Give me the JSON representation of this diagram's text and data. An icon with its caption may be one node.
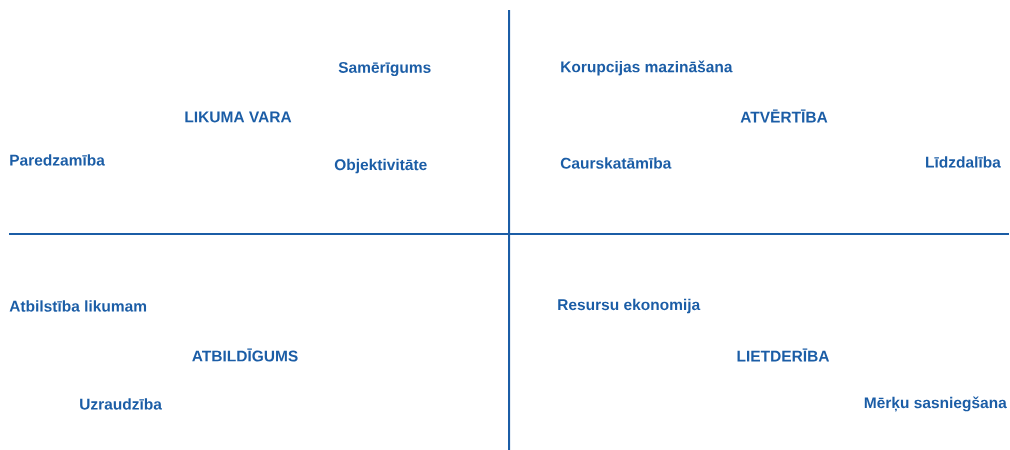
{
  "diagram": {
    "labels": [
      "Samērīgums",
      "Korupcijas mazināšana",
      "LIKUMA VARA",
      "ATVĒRTĪBA",
      "Paredzamība",
      "Objektivitāte",
      "Caurskatāmība",
      "Līdzdalība",
      "Atbilstība likumam",
      "Resursu ekonomija",
      "ATBILDĪGUMS",
      "LIETDERĪBA",
      "Uzraudzība",
      "Mērķu sasniegšana"
    ]
  }
}
